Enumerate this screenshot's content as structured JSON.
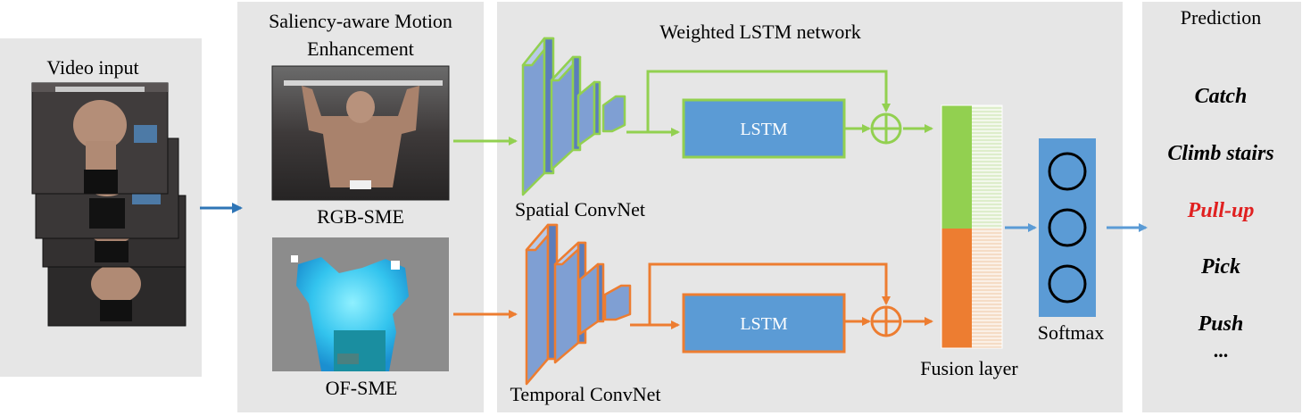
{
  "panels": {
    "video_input": {
      "title": "Video input"
    },
    "sme": {
      "title_line1": "Saliency-aware Motion",
      "title_line2": "Enhancement",
      "rgb_label": "RGB-SME",
      "of_label": "OF-SME"
    },
    "lstm_network": {
      "title": "Weighted LSTM network",
      "spatial_label": "Spatial ConvNet",
      "temporal_label": "Temporal ConvNet",
      "lstm_top": "LSTM",
      "lstm_bottom": "LSTM",
      "fusion_label": "Fusion layer",
      "softmax_label": "Softmax"
    },
    "prediction": {
      "title": "Prediction",
      "items": [
        "Catch",
        "Climb stairs",
        "Pull-up",
        "Pick",
        "Push",
        "..."
      ],
      "highlighted_index": 2
    }
  },
  "colors": {
    "panel_bg": "#e6e6e6",
    "spatial_green": "#92d050",
    "temporal_orange": "#ed7d31",
    "blue_block": "#5b9bd5",
    "conv_fill": "#8faadc",
    "arrow_blue": "#2e75b6",
    "highlight_red": "#e02020"
  },
  "icons": {
    "sum_symbol": "circle-plus-icon",
    "softmax_nodes": "circle-node-icon"
  }
}
